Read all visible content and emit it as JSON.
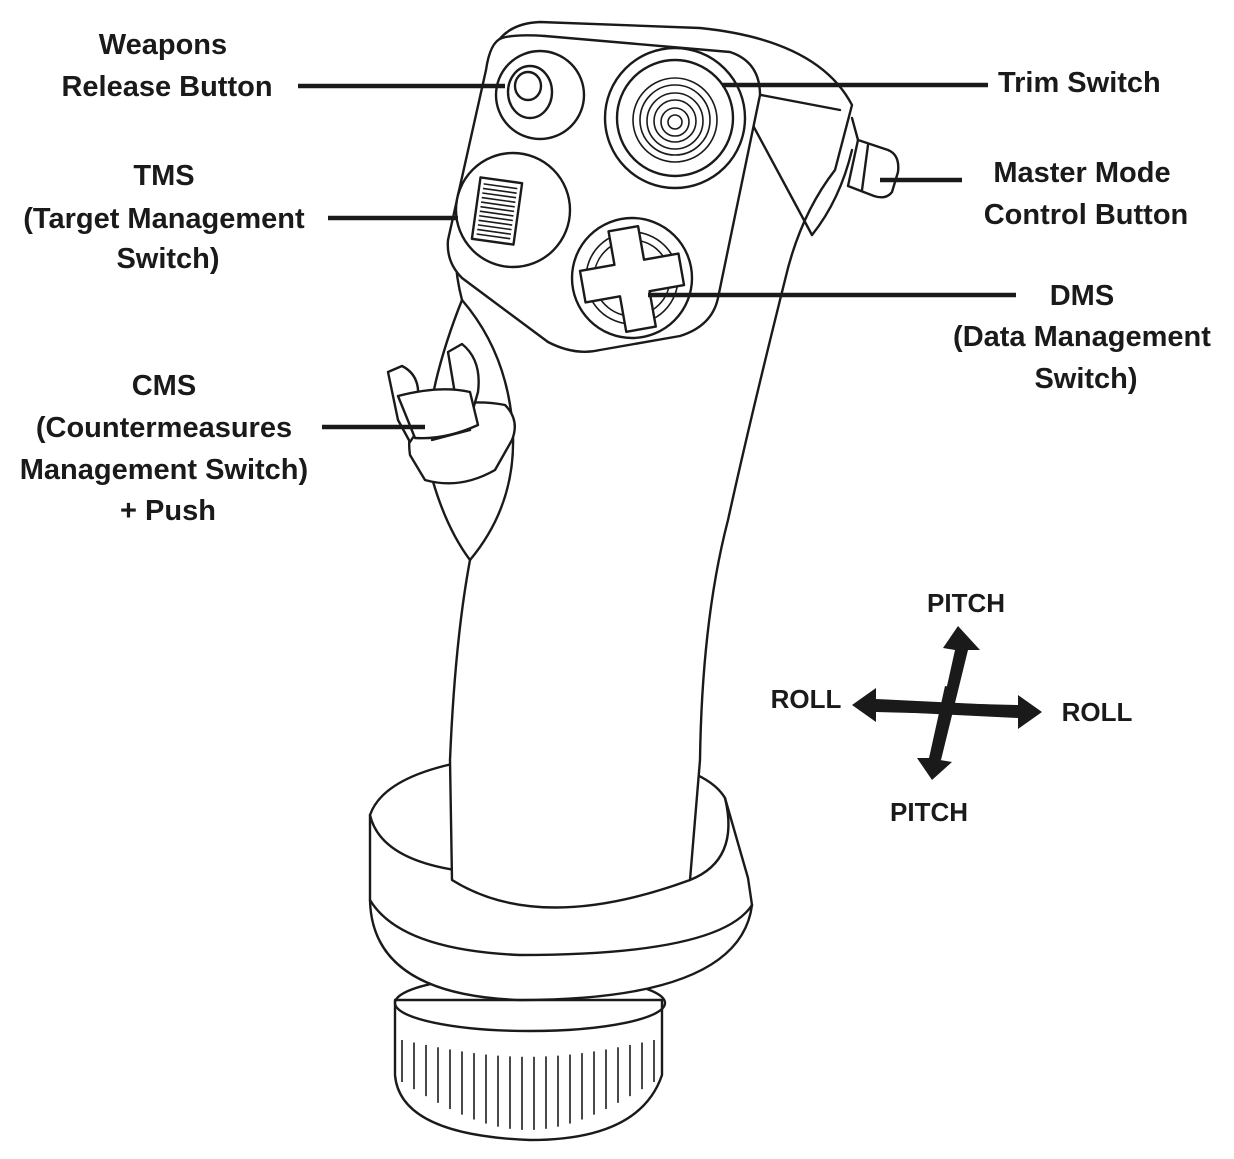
{
  "labels": {
    "weapons_release": [
      "Weapons",
      "Release Button"
    ],
    "trim_switch": [
      "Trim Switch"
    ],
    "tms": [
      "TMS",
      "(Target Management",
      "Switch)"
    ],
    "master_mode": [
      "Master Mode",
      "Control Button"
    ],
    "dms": [
      "DMS",
      "(Data Management",
      "Switch)"
    ],
    "cms": [
      "CMS",
      "(Countermeasures",
      "Management Switch)",
      "+ Push"
    ]
  },
  "axes": {
    "pitch_up": "PITCH",
    "pitch_down": "PITCH",
    "roll_left": "ROLL",
    "roll_right": "ROLL"
  },
  "colors": {
    "ink": "#1a1a1a",
    "background": "#ffffff"
  }
}
